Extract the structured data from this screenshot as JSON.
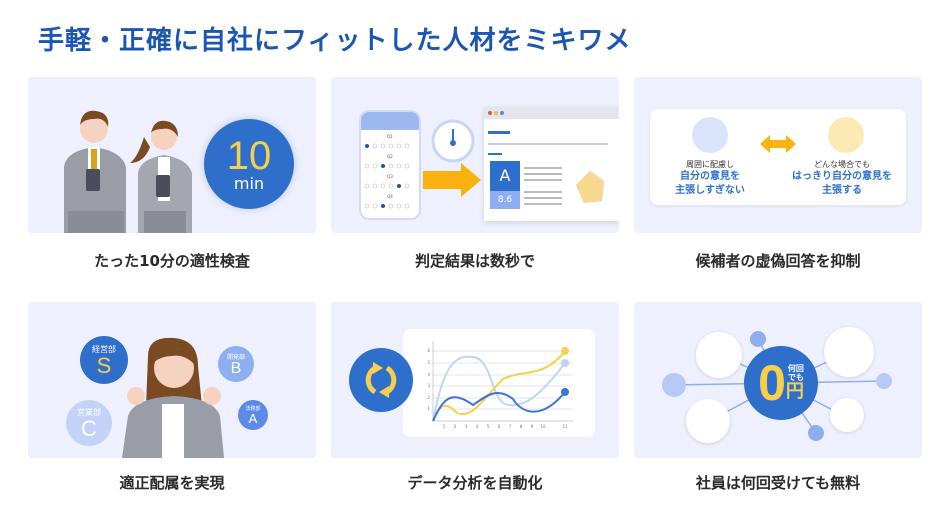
{
  "header": {
    "title": "手軽・正確に自社にフィットした人材をミキワメ"
  },
  "colors": {
    "title_blue": "#1b56b0",
    "card_bg": "#eef1fd",
    "accent_blue": "#2f6fcc",
    "accent_yellow": "#f7cf4a",
    "arrow_orange": "#f8b10f",
    "light_blue": "#8eaef2"
  },
  "features": [
    {
      "caption": "たった10分の適性検査",
      "illustration": "two-employees-with-phones",
      "badge": {
        "number": "10",
        "unit": "min"
      }
    },
    {
      "caption": "判定結果は数秒で",
      "illustration": "phone-survey-to-browser-report",
      "questions": [
        "Q1",
        "Q2",
        "Q3",
        "Q4"
      ],
      "grade": {
        "letter": "A",
        "score": "8.6"
      }
    },
    {
      "caption": "候補者の虚偽回答を抑制",
      "illustration": "two-personas-comparison",
      "left": {
        "small": "周囲に配慮し",
        "big_line1": "自分の意見を",
        "big_line2": "主張しすぎない"
      },
      "right": {
        "small": "どんな場合でも",
        "big_line1": "はっきり自分の意見を",
        "big_line2": "主張する"
      }
    },
    {
      "caption": "適正配属を実現",
      "illustration": "employee-with-department-fit",
      "departments": [
        {
          "name": "経営部",
          "grade": "S"
        },
        {
          "name": "開発部",
          "grade": "B"
        },
        {
          "name": "営業部",
          "grade": "C"
        },
        {
          "name": "法務部",
          "grade": "A"
        }
      ]
    },
    {
      "caption": "データ分析を自動化",
      "illustration": "refresh-icon-with-line-chart",
      "x_ticks": [
        "1",
        "2",
        "3",
        "4",
        "5",
        "6",
        "7",
        "8",
        "9",
        "10",
        "11"
      ],
      "y_ticks": [
        "1",
        "2",
        "3",
        "4",
        "5",
        "6"
      ]
    },
    {
      "caption": "社員は何回受けても無料",
      "illustration": "network-of-employees",
      "badge": {
        "number": "0",
        "side_line1": "何回",
        "side_line2": "でも",
        "currency": "円"
      }
    }
  ]
}
